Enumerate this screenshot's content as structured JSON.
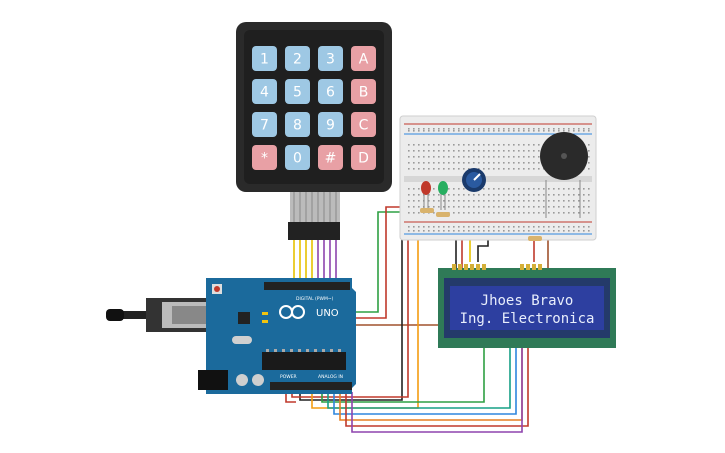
{
  "keypad": {
    "keys": [
      {
        "label": "1",
        "kind": "digit"
      },
      {
        "label": "2",
        "kind": "digit"
      },
      {
        "label": "3",
        "kind": "digit"
      },
      {
        "label": "A",
        "kind": "letter"
      },
      {
        "label": "4",
        "kind": "digit"
      },
      {
        "label": "5",
        "kind": "digit"
      },
      {
        "label": "6",
        "kind": "digit"
      },
      {
        "label": "B",
        "kind": "letter"
      },
      {
        "label": "7",
        "kind": "digit"
      },
      {
        "label": "8",
        "kind": "digit"
      },
      {
        "label": "9",
        "kind": "digit"
      },
      {
        "label": "C",
        "kind": "letter"
      },
      {
        "label": "*",
        "kind": "symbol"
      },
      {
        "label": "0",
        "kind": "digit"
      },
      {
        "label": "#",
        "kind": "symbol"
      },
      {
        "label": "D",
        "kind": "letter"
      }
    ]
  },
  "lcd": {
    "line1": "Jhoes  Bravo",
    "line2": "Ing. Electronica"
  },
  "arduino": {
    "brand_label": "UNO",
    "digital_label": "DIGITAL (PWM~)",
    "power_label": "POWER",
    "analog_label": "ANALOG IN"
  },
  "colors": {
    "board_blue": "#1b6a9c",
    "breadboard": "#ececec",
    "keypad_body": "#2a2a2a",
    "key_blue": "#9ec8e4",
    "key_red": "#e8a0a5",
    "lcd_screen": "#2d3fa0",
    "lcd_board": "#2f7a57",
    "led_red": "#c0392b",
    "led_green": "#27ae60"
  }
}
